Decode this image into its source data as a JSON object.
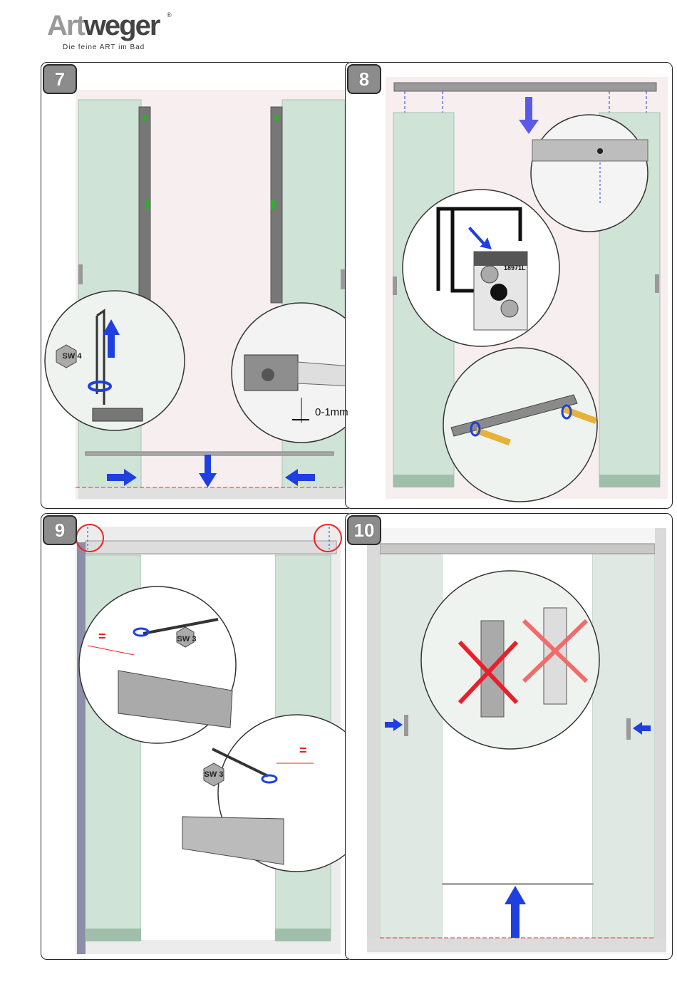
{
  "brand": {
    "word_part1": "Art",
    "word_part2": "weger",
    "registered": "®",
    "tagline": "Die feine ART im Bad"
  },
  "steps": [
    {
      "number": "7",
      "tool_label": "SW 4",
      "gap_label": "0-1mm"
    },
    {
      "number": "8",
      "part_label": "18971L"
    },
    {
      "number": "9",
      "tool_label_top": "SW 3",
      "tool_label_bottom": "SW 3",
      "equal_mark_top": "=",
      "equal_mark_bottom": "="
    },
    {
      "number": "10"
    }
  ],
  "colors": {
    "arrow_blue": "#1f3fe0",
    "cross_red": "#e8202a",
    "cross_red_light": "#f26b6b",
    "glass": "#cfe3d6",
    "frame": "#9a9a9a",
    "border": "#222222",
    "badge": "#8c8c8c"
  },
  "icons": [
    "arrow-up-icon",
    "arrow-down-icon",
    "arrow-left-icon",
    "arrow-right-icon",
    "rotate-icon",
    "hex-key-icon",
    "cross-mark-icon",
    "detail-magnifier-icon"
  ]
}
